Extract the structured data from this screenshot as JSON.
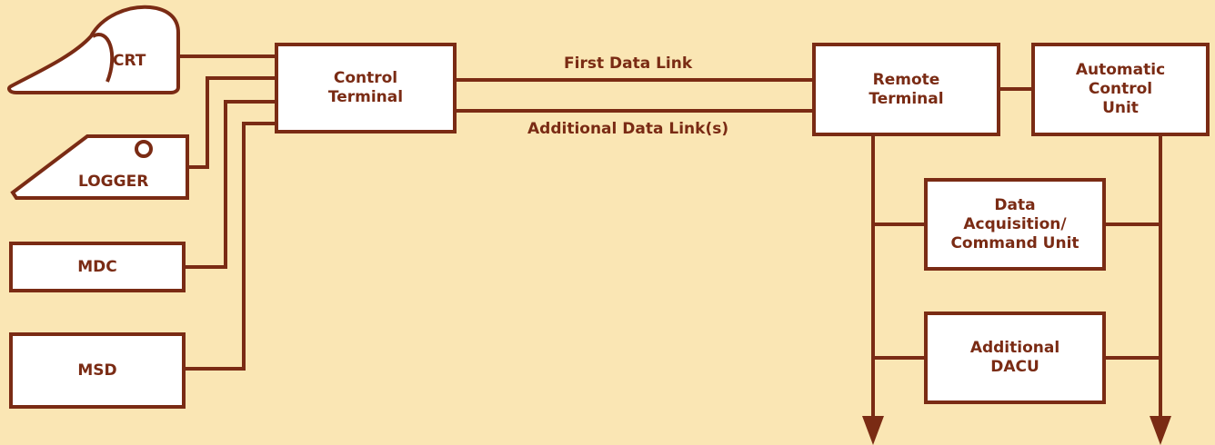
{
  "colors": {
    "background": "#fae6b4",
    "line": "#7a2b14",
    "box_fill": "#ffffff",
    "text": "#7a2b14"
  },
  "devices": {
    "crt": "CRT",
    "logger": "LOGGER",
    "mdc": "MDC",
    "msd": "MSD"
  },
  "control_terminal": {
    "line1": "Control",
    "line2": "Terminal"
  },
  "links": {
    "first": "First Data Link",
    "additional": "Additional Data Link(s)"
  },
  "remote_terminal": {
    "line1": "Remote",
    "line2": "Terminal"
  },
  "automatic_control_unit": {
    "line1": "Automatic",
    "line2": "Control",
    "line3": "Unit"
  },
  "dacu": {
    "line1": "Data",
    "line2": "Acquisition/",
    "line3": "Command Unit"
  },
  "additional_dacu": {
    "line1": "Additional",
    "line2": "DACU"
  }
}
